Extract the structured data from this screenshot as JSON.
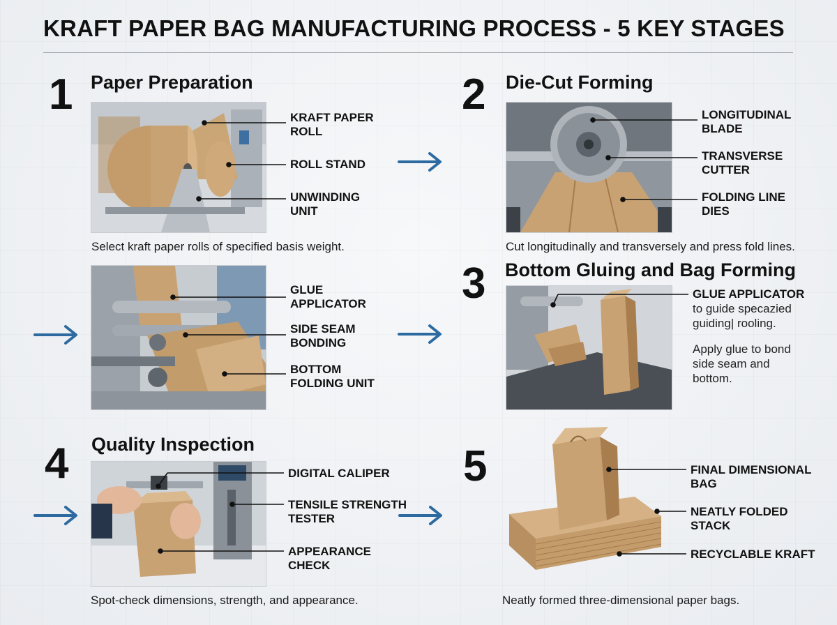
{
  "title": "KRAFT PAPER BAG MANUFACTURING PROCESS - 5 KEY STAGES",
  "stage1": {
    "number": "1",
    "heading": "Paper Preparation",
    "labels": [
      "KRAFT PAPER",
      "ROLL",
      "ROLL STAND",
      "UNWINDING",
      "UNIT"
    ],
    "caption": "Select kraft paper rolls of specified basis weight."
  },
  "stage2": {
    "number": "2",
    "heading": "Die-Cut Forming",
    "labels": [
      "LONGITUDINAL",
      "BLADE",
      "TRANSVERSE",
      "CUTTER",
      "FOLDING LINE",
      "DIES"
    ],
    "caption": "Cut longitudinally and transversely and press fold lines."
  },
  "gluing_line": {
    "labels": [
      "GLUE",
      "APPLICATOR",
      "SIDE SEAM",
      "BONDING",
      "BOTTOM",
      "FOLDING UNIT"
    ]
  },
  "stage3": {
    "number": "3",
    "heading": "Bottom Gluing and Bag Forming",
    "label": "GLUE APPLICATOR",
    "note_lines": [
      "to guide specazied",
      "guiding| rooling."
    ],
    "apply_lines": [
      "Apply glue to bond",
      "side seam and",
      "bottom."
    ]
  },
  "stage4": {
    "number": "4",
    "heading": "Quality Inspection",
    "labels": [
      "DIGITAL CALIPER",
      "TENSILE STRENGTH",
      "TESTER",
      "APPEARANCE",
      "CHECK"
    ],
    "caption": "Spot-check dimensions, strength, and appearance."
  },
  "stage5": {
    "number": "5",
    "labels": [
      "FINAL DIMENSIONAL",
      "BAG",
      "NEATLY FOLDED",
      "STACK",
      "RECYCLABLE KRAFT"
    ],
    "caption": "Neatly formed three-dimensional paper bags."
  },
  "colors": {
    "arrow": "#2c6aa0",
    "kraft": "#c9a273",
    "kraft_dark": "#a97e4f",
    "steel": "#9ea5ac",
    "text": "#111111"
  },
  "icons": [
    "arrow-right-icon"
  ]
}
